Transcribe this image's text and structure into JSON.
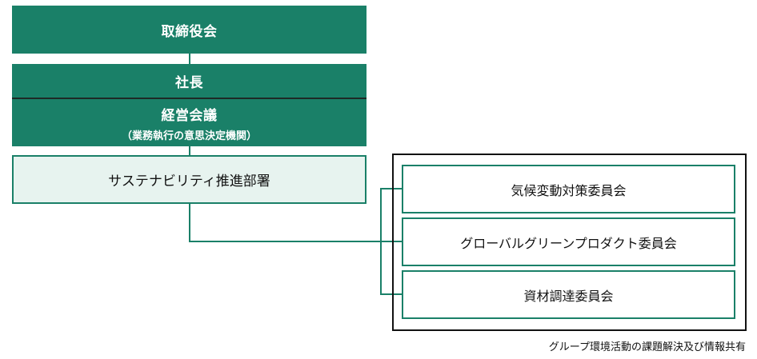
{
  "org_chart": {
    "board": "取締役会",
    "president": "社長",
    "management_meeting": {
      "title": "経営会議",
      "subtitle": "（業務執行の意思決定機関）"
    },
    "sustainability_department": "サステナビリティ推進部署",
    "committees": [
      "気候変動対策委員会",
      "グローバルグリーンプロダクト委員会",
      "資材調達委員会"
    ],
    "committees_note": "グループ環境活動の課題解決及び情報共有"
  },
  "colors": {
    "primary_green": "#1a8068",
    "light_green": "#e7f3ef",
    "frame": "#111111"
  }
}
